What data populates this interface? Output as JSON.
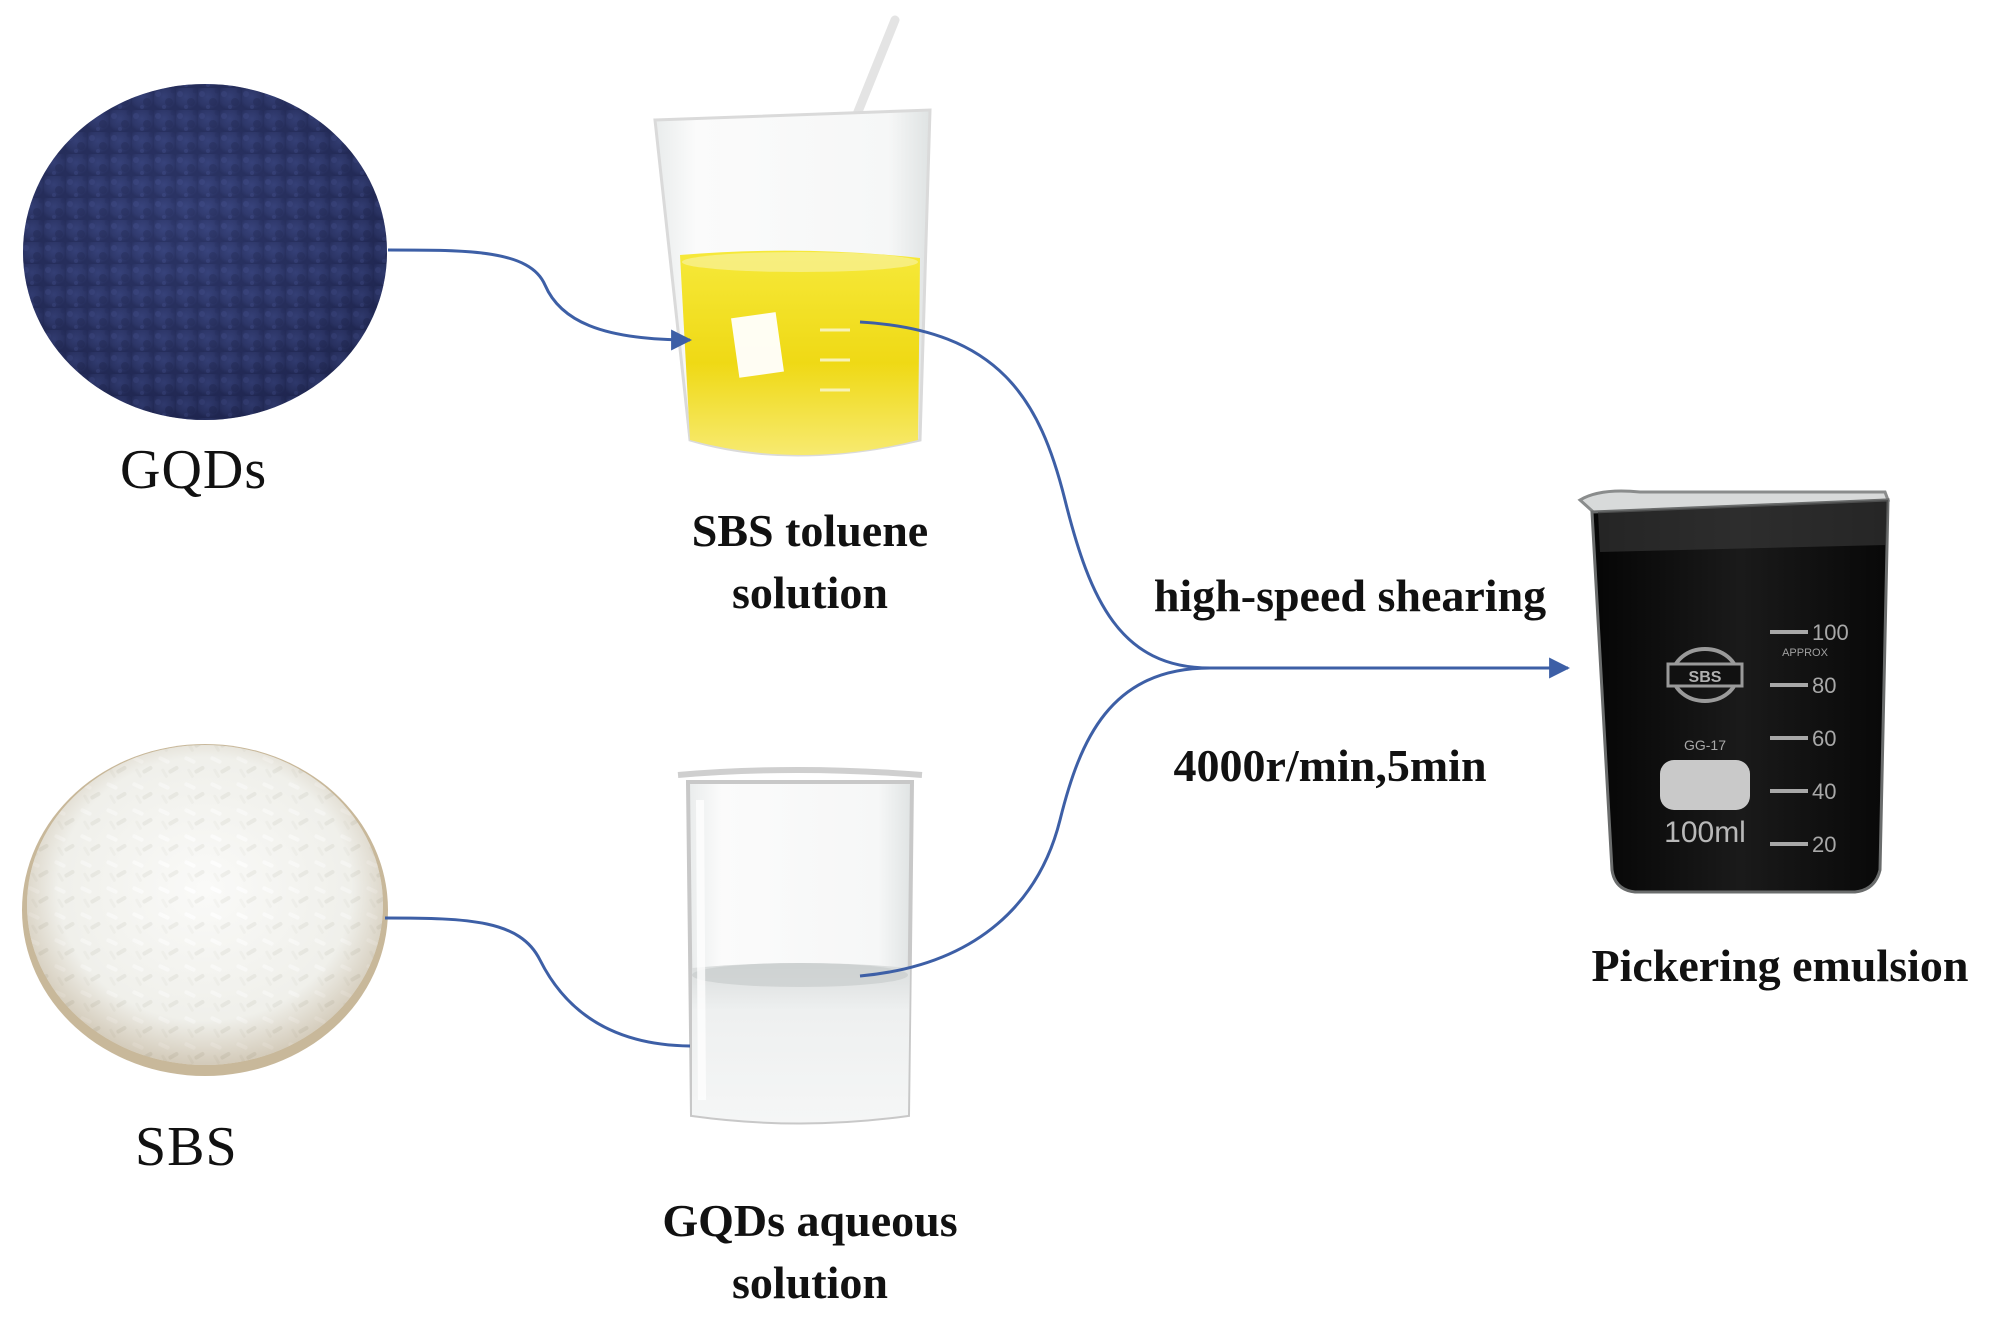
{
  "labels": {
    "gqds": "GQDs",
    "sbs": "SBS",
    "sbs_toluene_line1": "SBS toluene",
    "sbs_toluene_line2": "solution",
    "gqds_aqueous_line1": "GQDs aqueous",
    "gqds_aqueous_line2": "solution",
    "process": "high-speed shearing",
    "conditions": "4000r/min,5min",
    "product": "Pickering emulsion"
  },
  "beaker_markings": {
    "brand": "SBS",
    "model": "GG-17",
    "volume": "100ml",
    "approx": "APPROX",
    "graduations": [
      "100",
      "80",
      "60",
      "40",
      "20"
    ]
  },
  "colors": {
    "arrow": "#3d5fa6",
    "gqds_powder": "#2c3566",
    "sbs_pellets": "#f2f2ee",
    "toluene_solution": "#f2e01a",
    "emulsion": "#121212"
  }
}
